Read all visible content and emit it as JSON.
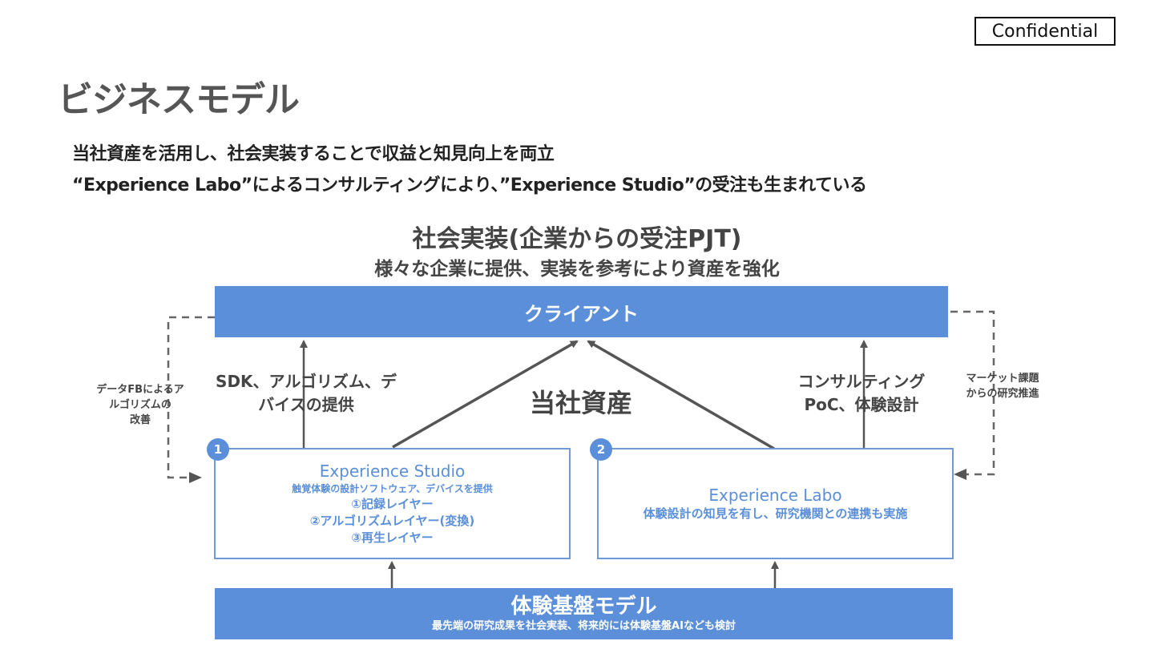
{
  "confidential_label": "Confidential",
  "page_title": "ビジネスモデル",
  "subtitle_lines": [
    "当社資産を活用し、社会実装することで収益と知見向上を両立",
    "“Experience Labo”によるコンサルティングにより、”Experience Studio”の受注も生まれている"
  ],
  "heading": "社会実装(企業からの受注PJT)",
  "heading_sub": "様々な企業に提供、実装を参考により資産を強化",
  "client_label": "クライアント",
  "assets_label": "当社資産",
  "left_arrow_label": [
    "SDK、アルゴリズム、デ",
    "バイスの提供"
  ],
  "right_arrow_label": [
    "コンサルティング",
    "PoC、体験設計"
  ],
  "left_feedback_label": [
    "データFBによるア",
    "ルゴリズムの",
    "改善"
  ],
  "right_feedback_label": [
    "マーケット課題",
    "からの研究推進"
  ],
  "studio": {
    "badge": "1",
    "name": "Experience Studio",
    "desc": "触覚体験の設計ソフトウェア、デバイスを提供",
    "layers": [
      "①記録レイヤー",
      "②アルゴリズムレイヤー(変換)",
      "③再生レイヤー"
    ]
  },
  "labo": {
    "badge": "2",
    "name": "Experience Labo",
    "desc": "体験設計の知見を有し、研究機関との連携も実施"
  },
  "base": {
    "title": "体験基盤モデル",
    "desc": "最先端の研究成果を社会実装、将来的には体験基盤AIなども検討"
  },
  "colors": {
    "accent": "#5b8fd9",
    "text_dark": "#444444",
    "arrow": "#555555"
  }
}
